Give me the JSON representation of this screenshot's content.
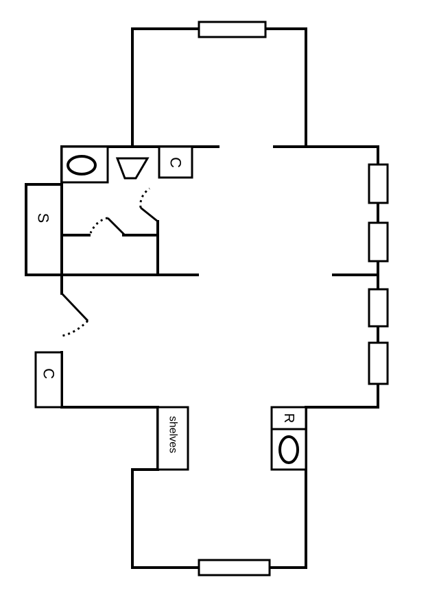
{
  "labels": {
    "storage_s": "S",
    "closet_bath": "C",
    "closet_lower": "C",
    "shelves": "shelves",
    "refrigerator": "R"
  },
  "colors": {
    "line": "#000000",
    "background": "#ffffff"
  }
}
